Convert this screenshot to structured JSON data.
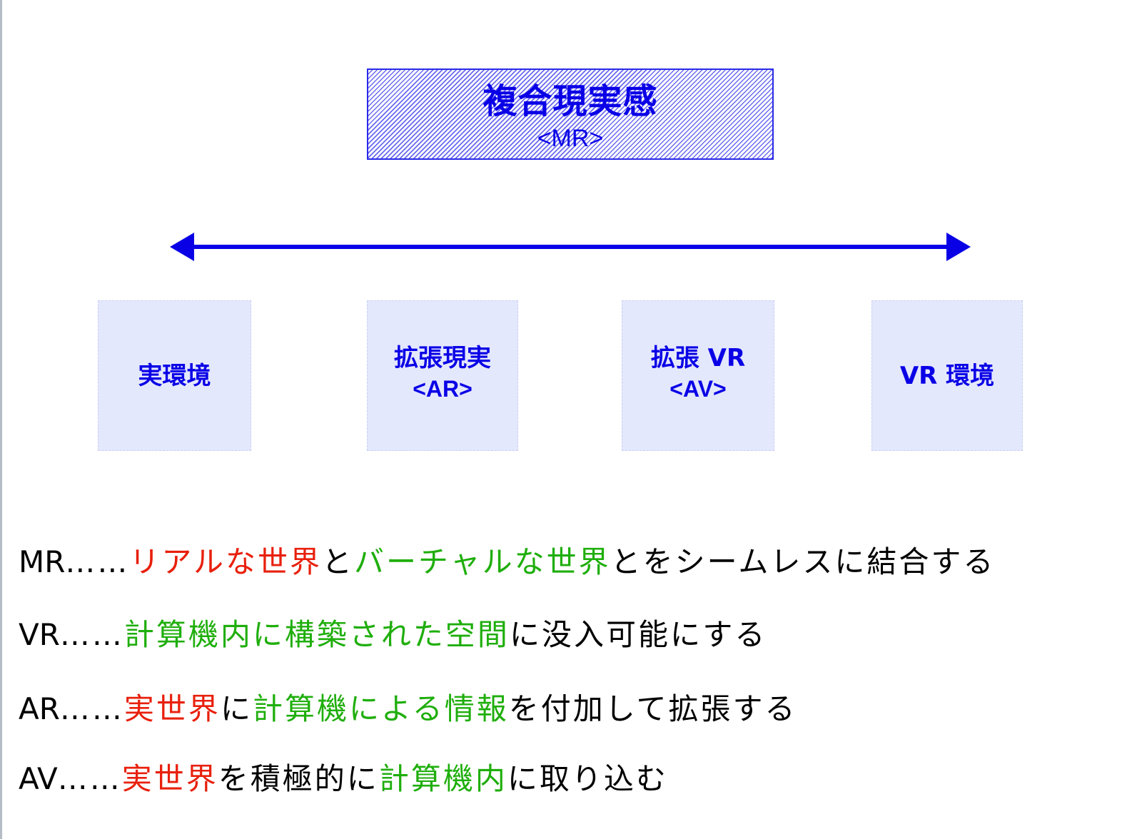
{
  "colors": {
    "diagram_blue": "#0a00e6",
    "box_fill": "#e4e8fc",
    "highlight_red": "#e8200c",
    "highlight_green": "#1fae0c",
    "text_black": "#000000"
  },
  "mr_box": {
    "title": "複合現実感",
    "subtitle": "<MR>"
  },
  "arrow": {
    "type": "double-headed",
    "meaning": "continuum"
  },
  "categories": [
    {
      "line1": "実環境",
      "line2": ""
    },
    {
      "line1": "拡張現実",
      "line2": "<AR>"
    },
    {
      "line1": "拡張 VR",
      "line2": "<AV>"
    },
    {
      "line1": "VR 環境",
      "line2": ""
    }
  ],
  "definitions": [
    {
      "term": "MR",
      "separator": "……",
      "segments": [
        {
          "text": "リアルな世界",
          "color": "red"
        },
        {
          "text": "と",
          "color": "black"
        },
        {
          "text": "バーチャルな世界",
          "color": "green"
        },
        {
          "text": "とをシームレスに結合する",
          "color": "black"
        }
      ]
    },
    {
      "term": "VR",
      "separator": "……",
      "segments": [
        {
          "text": "計算機内に構築された空間",
          "color": "green"
        },
        {
          "text": "に没入可能にする",
          "color": "black"
        }
      ]
    },
    {
      "term": "AR",
      "separator": "……",
      "segments": [
        {
          "text": "実世界",
          "color": "red"
        },
        {
          "text": "に",
          "color": "black"
        },
        {
          "text": "計算機による情報",
          "color": "green"
        },
        {
          "text": "を付加して拡張する",
          "color": "black"
        }
      ]
    },
    {
      "term": "AV",
      "separator": "……",
      "segments": [
        {
          "text": "実世界",
          "color": "red"
        },
        {
          "text": "を積極的に",
          "color": "black"
        },
        {
          "text": "計算機内",
          "color": "green"
        },
        {
          "text": "に取り込む",
          "color": "black"
        }
      ]
    }
  ]
}
